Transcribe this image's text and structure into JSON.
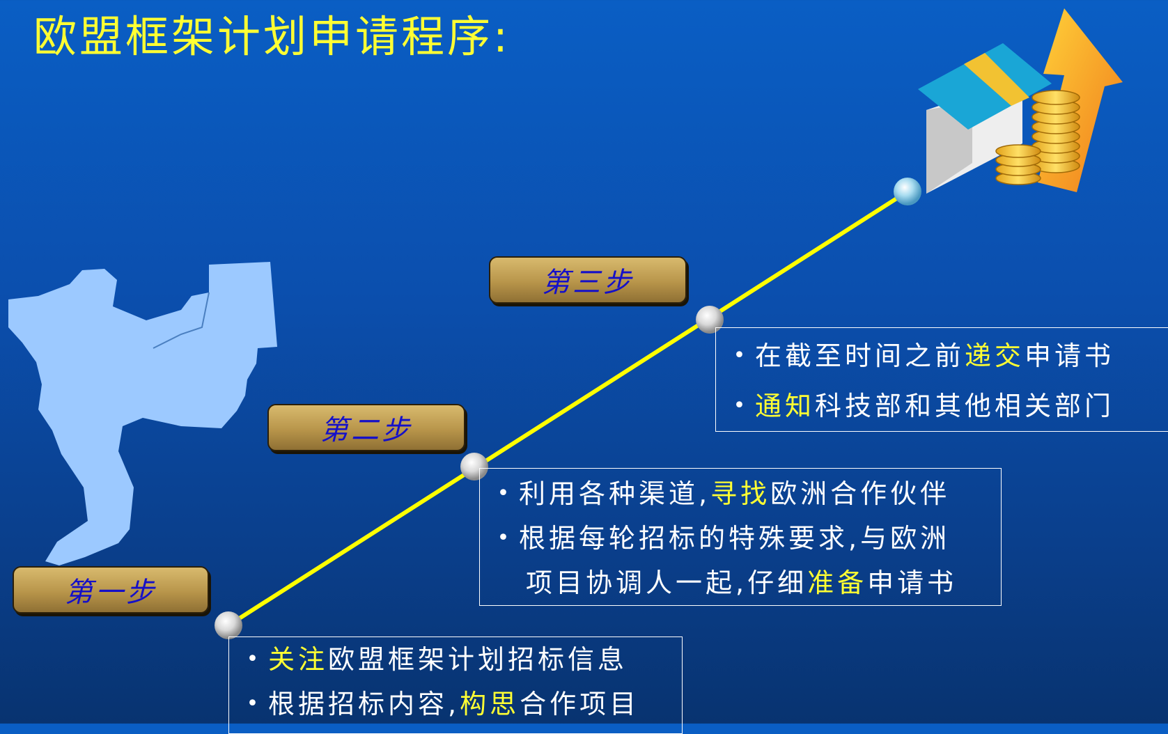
{
  "title": "欧盟框架计划申请程序:",
  "steps": [
    {
      "label": "第一步",
      "bullets": [
        {
          "parts": [
            {
              "text": "关注",
              "hl": true
            },
            {
              "text": "欧盟框架计划招标信息",
              "hl": false
            }
          ]
        },
        {
          "parts": [
            {
              "text": "根据招标内容,",
              "hl": false
            },
            {
              "text": "构思",
              "hl": true
            },
            {
              "text": "合作项目",
              "hl": false
            }
          ]
        }
      ]
    },
    {
      "label": "第二步",
      "bullets": [
        {
          "parts": [
            {
              "text": "利用各种渠道,",
              "hl": false
            },
            {
              "text": "寻找",
              "hl": true
            },
            {
              "text": "欧洲合作伙伴",
              "hl": false
            }
          ]
        },
        {
          "parts": [
            {
              "text": "根据每轮招标的特殊要求,与欧洲",
              "hl": false
            }
          ]
        },
        {
          "parts": [
            {
              "text": "项目协调人一起,仔细",
              "hl": false
            },
            {
              "text": "准备",
              "hl": true
            },
            {
              "text": "申请书",
              "hl": false
            }
          ],
          "continuation": true
        }
      ]
    },
    {
      "label": "第三步",
      "bullets": [
        {
          "parts": [
            {
              "text": "在截至时间之前",
              "hl": false
            },
            {
              "text": "递交",
              "hl": true
            },
            {
              "text": "申请书",
              "hl": false
            }
          ]
        },
        {
          "parts": [
            {
              "text": "通知",
              "hl": true
            },
            {
              "text": "科技部和其他相关部门",
              "hl": false
            }
          ]
        }
      ]
    }
  ],
  "colors": {
    "title": "#ffff33",
    "highlight": "#ffff33",
    "timeline": "#ffff00",
    "step_label_text": "#1510c8",
    "figure": "#9cc9ff"
  },
  "icons": [
    "person-figure-icon",
    "money-growth-icon"
  ]
}
